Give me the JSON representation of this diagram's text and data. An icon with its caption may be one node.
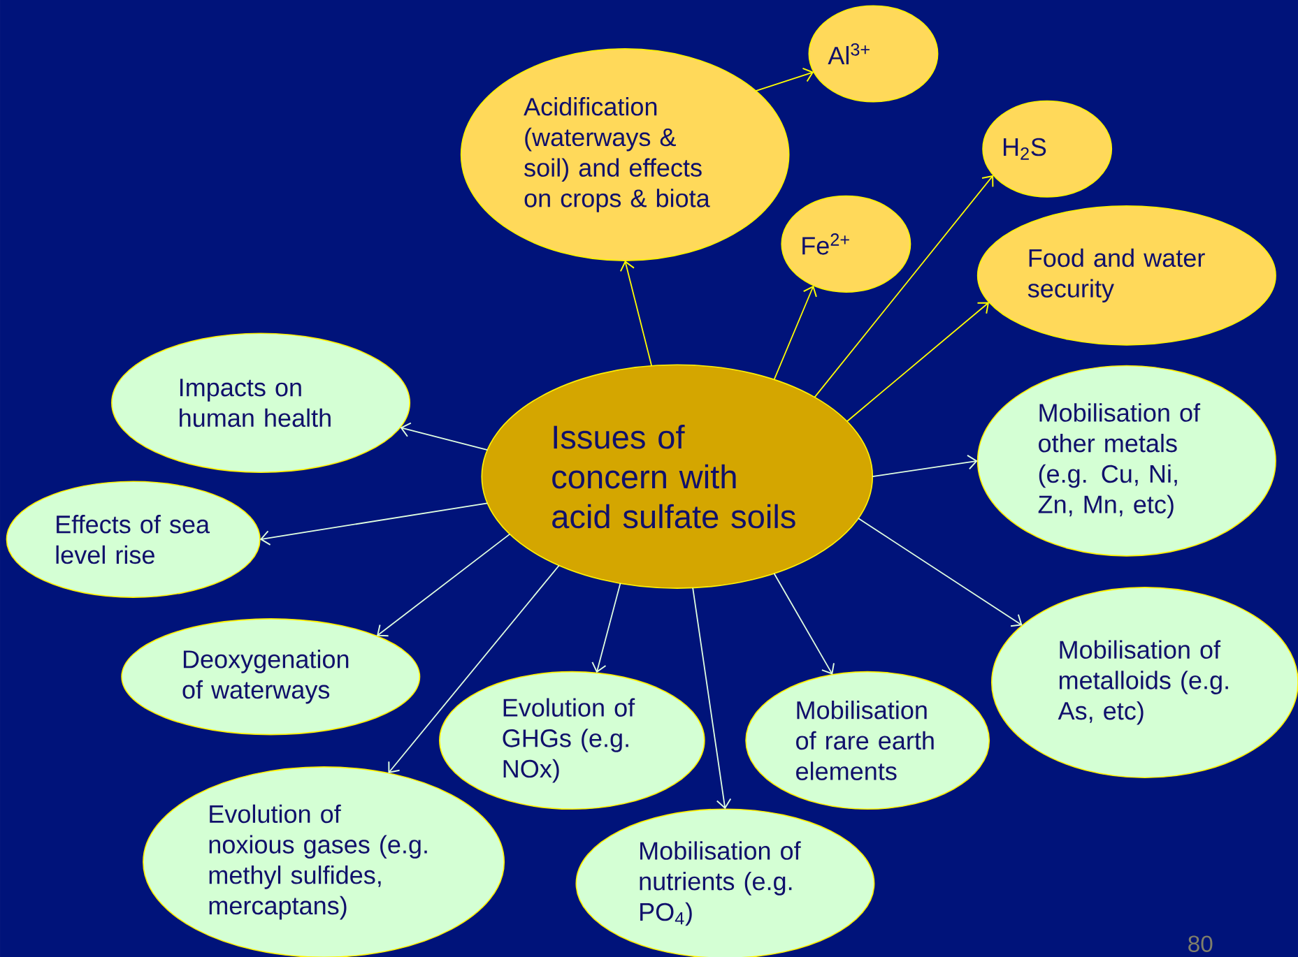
{
  "diagram": {
    "nodes": [
      {
        "text": [
          "Acidification (waterways & soil) and effects on crops & biota"
        ]
      },
      {
        "text": [
          "Al$^{3+}$"
        ]
      },
      {
        "text": [
          "H$_{2}$S"
        ]
      },
      {
        "text": [
          "Fe$^{2+}$"
        ]
      },
      {
        "text": [
          "Food and water security"
        ]
      },
      {
        "text": [
          "Impacts on human health"
        ]
      },
      {
        "text": [
          "Issues of concern with acid sulfate soils"
        ]
      },
      {
        "text": [
          "Mobilisation of other metals (e.g. Cu, Ni, Zn, Mn, etc)"
        ]
      },
      {
        "text": [
          "Effects of sea level rise"
        ]
      },
      {
        "text": [
          "Mobilisation of metalloids (e.g. As, etc)"
        ]
      },
      {
        "text": [
          "Deoxygenation of waterways"
        ]
      },
      {
        "text": [
          "Evolution of GHGs (e.g. NOx)"
        ]
      },
      {
        "text": [
          "Mobilisation of rare earth elements"
        ]
      },
      {
        "text": [
          "Evolution of noxious gases (e.g. methyl sulfides, mercaptans)"
        ]
      },
      {
        "text": [
          "Mobilisation of nutrients (e.g. PO$_{4}$)"
        ]
      }
    ],
    "edges": [
      {
        "from": 0,
        "to": 1,
        "arrow": "to",
        "color": "#ffff00"
      },
      {
        "from": 6,
        "to": 0,
        "arrow": "to",
        "color": "#ffff00"
      },
      {
        "from": 6,
        "to": 3,
        "arrow": "to",
        "color": "#ffff00"
      },
      {
        "from": 6,
        "to": 2,
        "arrow": "to",
        "color": "#ffff00"
      },
      {
        "from": 6,
        "to": 4,
        "arrow": "to",
        "color": "#ffff00"
      },
      {
        "from": 6,
        "to": 5,
        "arrow": "to"
      },
      {
        "from": 6,
        "to": 7,
        "arrow": "to"
      },
      {
        "from": 6,
        "to": 8,
        "arrow": "to"
      },
      {
        "from": 6,
        "to": 9,
        "arrow": "to"
      },
      {
        "from": 6,
        "to": 10,
        "arrow": "to"
      },
      {
        "from": 6,
        "to": 11,
        "arrow": "to"
      },
      {
        "from": 6,
        "to": 12,
        "arrow": "to"
      },
      {
        "from": 6,
        "to": 13,
        "arrow": "to"
      },
      {
        "from": 6,
        "to": 14,
        "arrow": "to"
      }
    ],
    "labels": [
      "80"
    ]
  }
}
